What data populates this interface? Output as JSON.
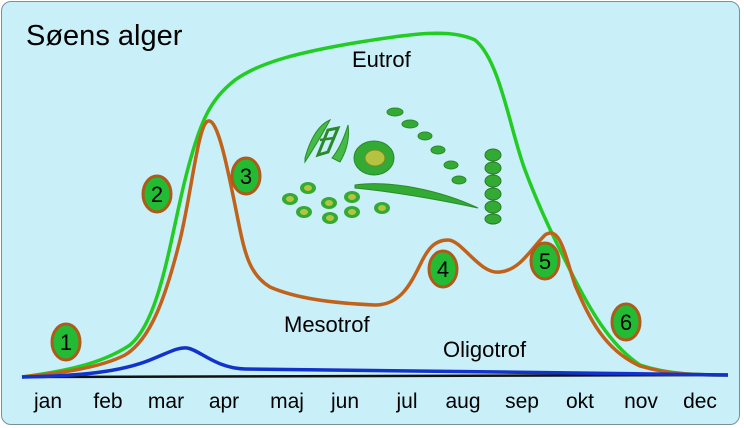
{
  "title": "Søens alger",
  "curves": [
    {
      "name": "Eutrof",
      "color": "#22cc22"
    },
    {
      "name": "Mesotrof",
      "color": "#c0621a"
    },
    {
      "name": "Oligotrof",
      "color": "#1133cc"
    }
  ],
  "months": [
    "jan",
    "feb",
    "mar",
    "apr",
    "maj",
    "jun",
    "jul",
    "aug",
    "sep",
    "okt",
    "nov",
    "dec"
  ],
  "markers": [
    "1",
    "2",
    "3",
    "4",
    "5",
    "6"
  ],
  "colors": {
    "background": "#c9eff9",
    "marker_fill": "#22bb33",
    "marker_border": "#b05a1a",
    "algae": "#33aa33"
  }
}
